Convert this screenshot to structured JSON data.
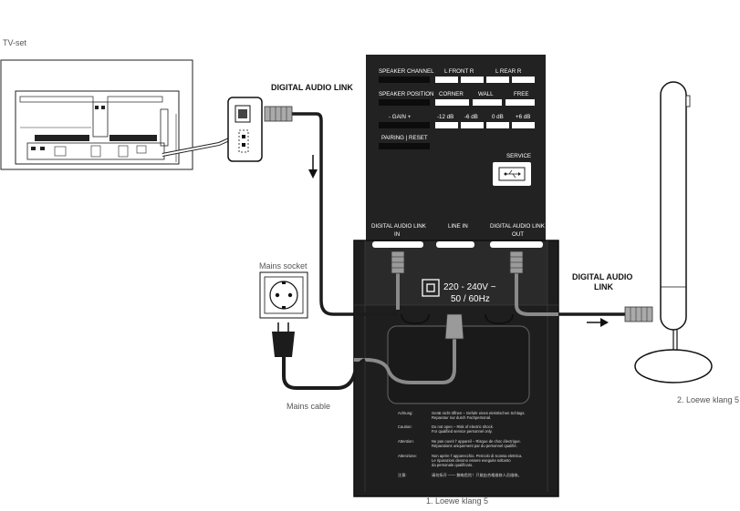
{
  "labels": {
    "tv_set": "TV-set",
    "digital_audio_link_top": "DIGITAL AUDIO LINK",
    "digital_audio_link_right_1": "DIGITAL AUDIO",
    "digital_audio_link_right_2": "LINK",
    "mains_socket": "Mains socket",
    "mains_cable": "Mains cable",
    "device_1": "1. Loewe klang 5",
    "device_2": "2. Loewe klang 5"
  },
  "panel": {
    "speaker_channel": "SPEAKER CHANNEL",
    "front": "L  FRONT  R",
    "rear": "L  REAR  R",
    "speaker_position": "SPEAKER POSITION",
    "corner": "CORNER",
    "wall": "WALL",
    "free": "FREE",
    "gain": "-  GAIN  +",
    "db_m12": "-12 dB",
    "db_m6": "-6 dB",
    "db_0": "0 dB",
    "db_p6": "+6 dB",
    "pairing_reset": "PAIRING | RESET",
    "service": "SERVICE",
    "dal_in_1": "DIGITAL AUDIO LINK",
    "dal_in_2": "IN",
    "line_in": "LINE IN",
    "dal_out_1": "DIGITAL AUDIO LINK",
    "dal_out_2": "OUT",
    "voltage": "220 - 240V ~",
    "frequency": "50 / 60Hz"
  },
  "warnings": [
    {
      "label": "Achtung:",
      "text1": "Gerät nicht öffnen – Gefahr eines elektrischen Schlags.",
      "text2": "Reparatur nur durch Fachpersonal."
    },
    {
      "label": "Caution:",
      "text1": "Do not open – Risk of electric shock.",
      "text2": "For qualified service personnel only."
    },
    {
      "label": "Attention:",
      "text1": "Ne pas ouvrir l' appareil – Risque de choc électrique.",
      "text2": "Réparations uniquement par du personnel qualifié."
    },
    {
      "label": "Attenzione:",
      "text1": "Non aprire l' apparecchio. Pericolo di scossa elettrica.",
      "text2": "Le riparazioni devono essere eseguite soltanto",
      "text3": "da personale qualificato."
    },
    {
      "label": "注意:",
      "text1": "请勿拆开 —— 触电危险！只能由合格维修人员维修。"
    }
  ],
  "colors": {
    "panel": "#222222",
    "cable_dark": "#1c1c1c",
    "cable_grey": "#8a8a8a",
    "outline": "#111111"
  }
}
